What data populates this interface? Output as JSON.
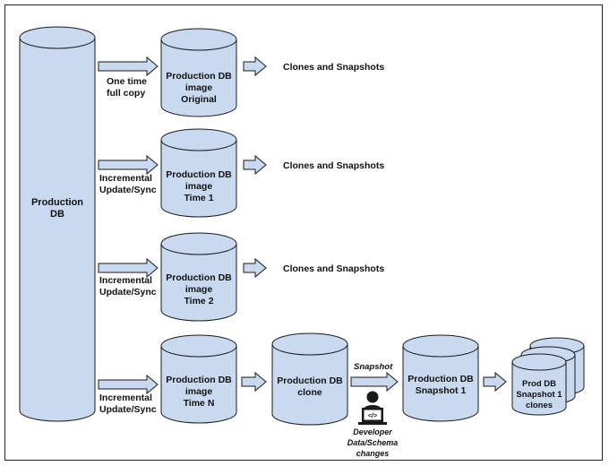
{
  "diagram": {
    "source_db": {
      "label_line1": "Production",
      "label_line2": "DB"
    },
    "images": [
      {
        "name_line1": "Production DB",
        "name_line2": "image",
        "name_line3": "Original",
        "link_line1": "One time",
        "link_line2": "full copy",
        "output": "Clones and Snapshots"
      },
      {
        "name_line1": "Production DB",
        "name_line2": "image",
        "name_line3": "Time 1",
        "link_line1": "Incremental",
        "link_line2": "Update/Sync",
        "output": "Clones and Snapshots"
      },
      {
        "name_line1": "Production DB",
        "name_line2": "image",
        "name_line3": "Time 2",
        "link_line1": "Incremental",
        "link_line2": "Update/Sync",
        "output": "Clones and Snapshots"
      },
      {
        "name_line1": "Production DB",
        "name_line2": "image",
        "name_line3": "Time N",
        "link_line1": "Incremental",
        "link_line2": "Update/Sync",
        "output": ""
      }
    ],
    "clone": {
      "label_line1": "Production DB",
      "label_line2": "clone"
    },
    "snapshot_link": {
      "label": "Snapshot"
    },
    "snapshot": {
      "label_line1": "Production DB",
      "label_line2": "Snapshot 1"
    },
    "snapshot_clones": {
      "label_line1": "Prod DB",
      "label_line2": "Snapshot 1",
      "label_line3": "clones"
    },
    "developer": {
      "line1": "Developer",
      "line2": "Data/Schema",
      "line3": "changes"
    }
  },
  "colors": {
    "cylinder_fill": "#c9daf0",
    "stroke": "#1a1a1a",
    "arrow_fill": "#c9daf0"
  }
}
